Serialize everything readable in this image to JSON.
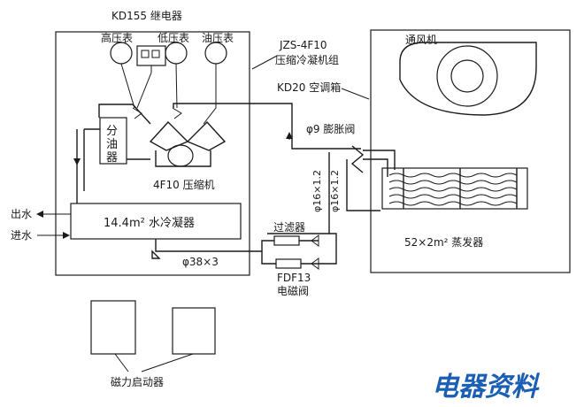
{
  "labels": {
    "relay": "KD155 继电器",
    "gauge_high": "高压表",
    "gauge_low": "低压表",
    "gauge_oil": "油压表",
    "unit_model": "JZS-4F10",
    "unit_name": "压缩冷凝机组",
    "fan": "通风机",
    "ahu": "KD20 空调箱",
    "exp_valve": "φ9 膨胀阀",
    "oil_sep_1": "分",
    "oil_sep_2": "油",
    "oil_sep_3": "器",
    "compressor": "4F10 压缩机",
    "pipe_a": "φ16×1.2",
    "pipe_b": "φ16×1.2",
    "water_out": "出水",
    "water_in": "进水",
    "condenser": "14.4m² 水冷凝器",
    "filter": "过滤器",
    "evaporator": "52×2m² 蒸发器",
    "pipe_main": "φ38×3",
    "solenoid_model": "FDF13",
    "solenoid_name": "电磁阀",
    "starter": "磁力启动器"
  },
  "watermark": {
    "text": "电器资料",
    "color": "#1a5fb4"
  },
  "colors": {
    "line": "#1a1a1a",
    "background": "#ffffff"
  }
}
